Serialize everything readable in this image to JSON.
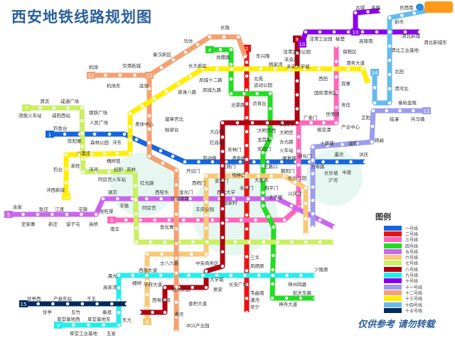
{
  "title": "西安地铁线路规划图",
  "watermark": "仅供参考 请勿转载",
  "legend": {
    "title": "图例",
    "items": [
      {
        "label": "一号线",
        "color": "#1565e0"
      },
      {
        "label": "二号线",
        "color": "#ee1111"
      },
      {
        "label": "三号线",
        "color": "#ff66bb"
      },
      {
        "label": "四号线",
        "color": "#22dd22"
      },
      {
        "label": "五号线",
        "color": "#cc66ee"
      },
      {
        "label": "六号线",
        "color": "#f8c878"
      },
      {
        "label": "七号线",
        "color": "#c8f060"
      },
      {
        "label": "八号线",
        "color": "#b00010"
      },
      {
        "label": "九号线",
        "color": "#22eeee"
      },
      {
        "label": "十号线",
        "color": "#8a00ee"
      },
      {
        "label": "十一号线",
        "color": "#9c9cee"
      },
      {
        "label": "十二号线",
        "color": "#f5a070"
      },
      {
        "label": "十三号线",
        "color": "#ffee00"
      },
      {
        "label": "十四号线",
        "color": "#66bbee"
      },
      {
        "label": "十五号线",
        "color": "#002a60"
      }
    ]
  },
  "line_numbers": [
    "1",
    "2",
    "3",
    "4",
    "5",
    "6",
    "7",
    "8",
    "9",
    "10",
    "11",
    "12",
    "13",
    "14",
    "15"
  ],
  "stations": [
    "长陵",
    "马坊",
    "秦汉新区",
    "机场",
    "机场东",
    "空港新城",
    "底张",
    "长大新区",
    "草滩八路",
    "奥体中心",
    "建章宫北",
    "柏梁台",
    "尚稷路",
    "凤城十二路",
    "凤城九路",
    "文景路",
    "点将台",
    "东兴隆",
    "北苑",
    "运动公园",
    "韩家湾",
    "未央大学城",
    "西田",
    "港务大道",
    "泾渭工业园",
    "泾渭湿地公园",
    "未央湖",
    "保税区",
    "双寨",
    "国际港务区",
    "务庄",
    "世博园",
    "广泰门",
    "桃花潭",
    "产业中心",
    "渭北工业基地",
    "北田",
    "渭河北",
    "秦始皇陵",
    "兵马俑",
    "临潼",
    "芷阳",
    "韩峪",
    "十里铺",
    "灞河",
    "温桥",
    "洪庆",
    "古城",
    "高陵",
    "渭北新城",
    "渭北新城东",
    "榆楚",
    "高陵南",
    "新市",
    "肖西南",
    "渭滨",
    "咸通广场",
    "茂陵火车站",
    "咸阳西站",
    "钢铁广场",
    "人民广场",
    "钓鱼台",
    "陈阳寨",
    "森林公园",
    "沣东",
    "八里庄",
    "槐柳营",
    "钓台",
    "沣西新城",
    "新旺",
    "沣河",
    "纪阳",
    "苏村",
    "阿房宫火车站",
    "红光路",
    "镐京",
    "丰镐",
    "阿房宫",
    "西窑头",
    "汉城南路",
    "余家",
    "史家寨",
    "耿庄",
    "新庄",
    "江渡",
    "留子屯",
    "屯镇",
    "高桥",
    "张旺渠",
    "南丰",
    "鱼化寨",
    "大白杨",
    "红庙坡",
    "芳林门",
    "开远门",
    "劳动路",
    "玉祥门",
    "洒金桥",
    "五路口",
    "朝阳门",
    "通化门",
    "万寿路",
    "长乐坡",
    "浐河",
    "半坡",
    "大明宫西",
    "龙首原",
    "安远门",
    "玄武门",
    "大明宫",
    "含元路",
    "火车站",
    "康复路",
    "西稍门",
    "安定门",
    "西北大学",
    "桥梓口",
    "永宁门",
    "大差市",
    "和平门",
    "太乙路",
    "兴庆宫",
    "长乐公园",
    "丰庆公园",
    "金光门",
    "边家村",
    "文八六路",
    "中央商务区",
    "西部大道",
    "大学城",
    "长安广场",
    "少陵原",
    "神州四路",
    "航天东路",
    "神舟大道",
    "韦曲南",
    "潏河",
    "常宁",
    "三爻",
    "凤栖原",
    "西电科技",
    "学府大道",
    "西大新区",
    "香积大道",
    "潏河",
    "中兴产业园",
    "居安",
    "晨光",
    "高家湾",
    "草堂基地西",
    "草堂基地东",
    "草堂工业基地",
    "五星",
    "东大",
    "甘亭西",
    "甘亭",
    "户县东站",
    "五竹",
    "千王",
    "秦渡",
    "细柳"
  ]
}
